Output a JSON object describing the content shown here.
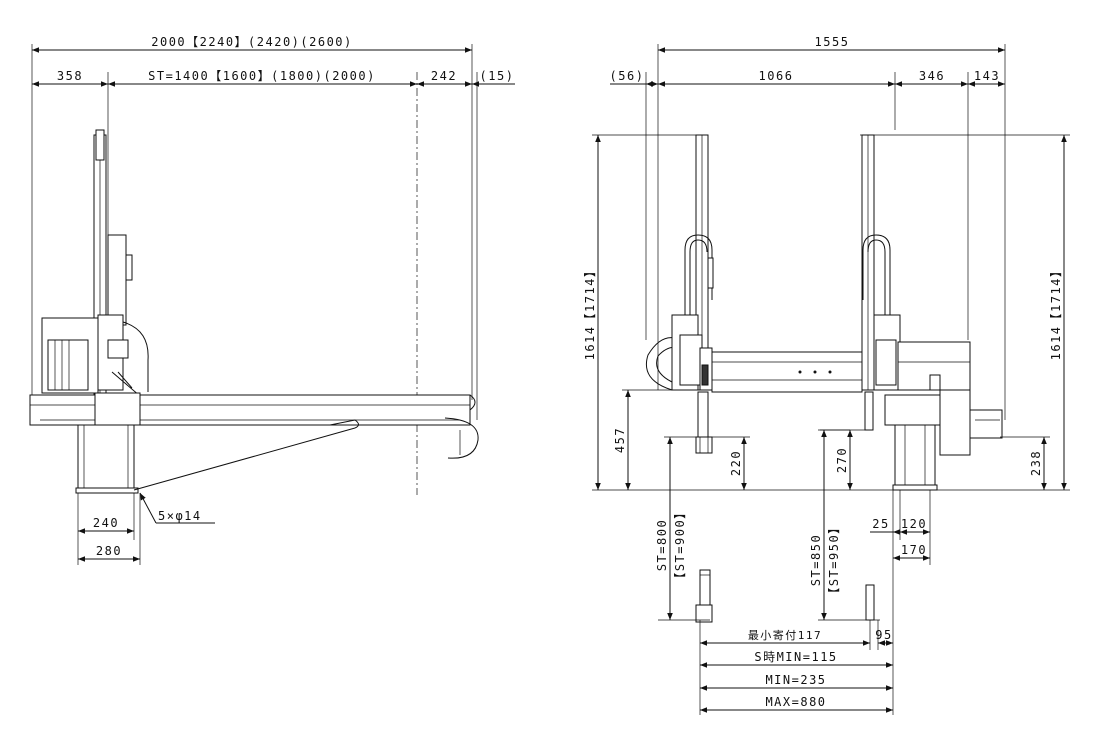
{
  "left_view": {
    "overall_width": "2000【2240】(2420)(2600)",
    "left_offset": "358",
    "stroke": "ST=1400【1600】(1800)(2000)",
    "right_offset": "242",
    "extra": "(15)",
    "bolt_pitch_inner": "240",
    "bolt_pitch_outer": "280",
    "holes": "5×φ14"
  },
  "right_view": {
    "overall_width": "1555",
    "left_extra": "(56)",
    "beam_span": "1066",
    "right_span": "346",
    "right_end": "143",
    "height_left": "1614【1714】",
    "height_right": "1614【1714】",
    "base_height": "457",
    "left_grip_offset": "220",
    "right_grip_offset": "270",
    "right_base": "238",
    "left_stroke_a": "ST=800",
    "left_stroke_b": "【ST=900】",
    "right_stroke_a": "ST=850",
    "right_stroke_b": "【ST=950】",
    "dim_25": "25",
    "dim_120": "120",
    "dim_170": "170",
    "min_offset": "最小寄付117",
    "dim_95": "95",
    "s_min": "S時MIN=115",
    "min": "MIN=235",
    "max": "MAX=880"
  }
}
